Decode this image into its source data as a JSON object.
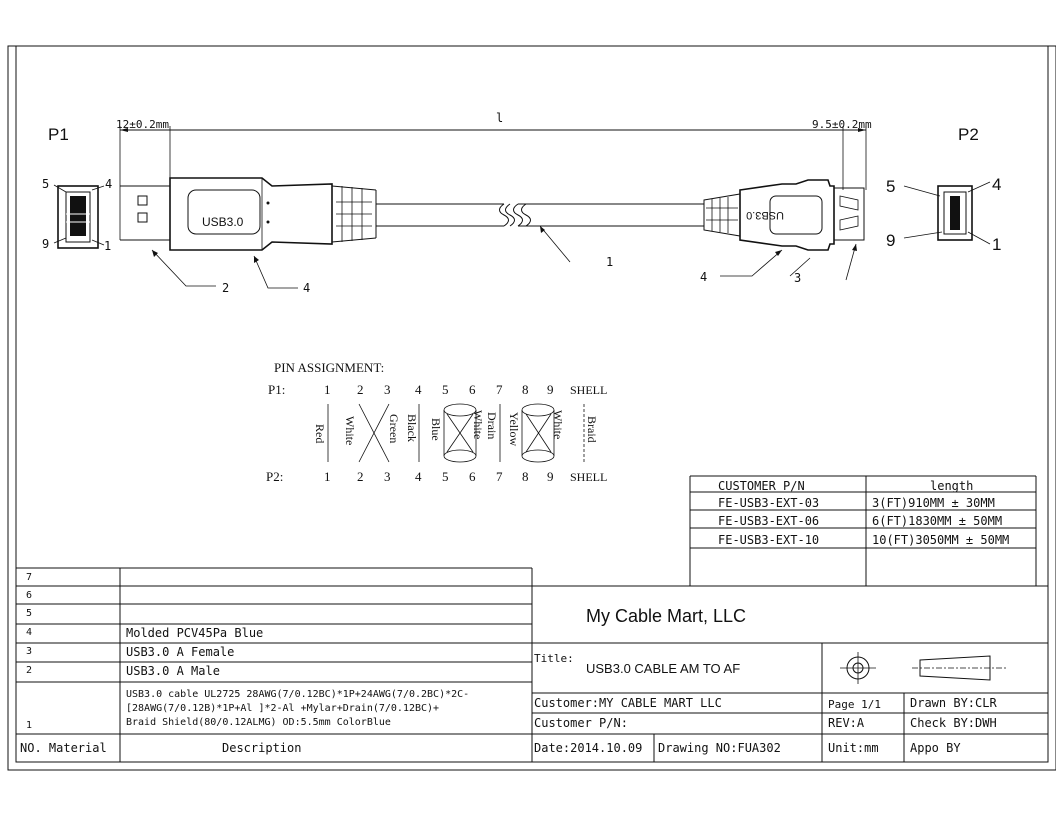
{
  "plugs": {
    "p1": {
      "label": "P1",
      "pin_top_left": "5",
      "pin_top_right": "4",
      "pin_bottom_left": "9",
      "pin_bottom_right": "1"
    },
    "p2": {
      "label": "P2",
      "pin_top_left": "5",
      "pin_top_right": "4",
      "pin_bottom_left": "9",
      "pin_bottom_right": "1"
    }
  },
  "dimensions": {
    "left": "12±0.2mm",
    "length": "l",
    "right": "9.5±0.2mm"
  },
  "connector_text": {
    "male": "USB3.0",
    "female": "USB3.0"
  },
  "callouts": {
    "c2": "2",
    "c4_left": "4",
    "c1": "1",
    "c4_right": "4",
    "c3": "3"
  },
  "pin_assignment": {
    "title": "PIN ASSIGNMENT:",
    "p1_label": "P1:",
    "p2_label": "P2:",
    "pins": [
      "1",
      "2",
      "3",
      "4",
      "5",
      "6",
      "7",
      "8",
      "9",
      "SHELL"
    ],
    "wires": [
      "Red",
      "White",
      "Green",
      "Black",
      "Blue",
      "White",
      "Drain",
      "Yellow",
      "White",
      "Braid"
    ]
  },
  "length_table": {
    "headers": [
      "CUSTOMER P/N",
      "length"
    ],
    "rows": [
      [
        "FE-USB3-EXT-03",
        "3(FT)910MM  ±  30MM"
      ],
      [
        "FE-USB3-EXT-06",
        "6(FT)1830MM  ±  50MM"
      ],
      [
        "FE-USB3-EXT-10",
        "10(FT)3050MM  ±  50MM"
      ]
    ]
  },
  "bom": {
    "header_no": "NO. Material",
    "header_desc": "Description",
    "rows": [
      {
        "no": "7",
        "desc": []
      },
      {
        "no": "6",
        "desc": []
      },
      {
        "no": "5",
        "desc": []
      },
      {
        "no": "4",
        "desc": [
          "Molded PCV45Pa Blue"
        ]
      },
      {
        "no": "3",
        "desc": [
          "USB3.0 A Female"
        ]
      },
      {
        "no": "2",
        "desc": [
          "USB3.0 A Male"
        ]
      },
      {
        "no": "1",
        "desc": [
          "USB3.0 cable UL2725 28AWG(7/0.12BC)*1P+24AWG(7/0.2BC)*2C-",
          "[28AWG(7/0.12B)*1P+Al ]*2-Al +Mylar+Drain(7/0.12BC)+",
          "Braid Shield(80/0.12ALMG) OD:5.5mm ColorBlue"
        ]
      }
    ]
  },
  "title_block": {
    "company": "My Cable Mart, LLC",
    "title_label": "Title:",
    "title_value": "USB3.0 CABLE  AM TO AF",
    "customer": "Customer:MY  CABLE  MART  LLC",
    "customer_pn": "Customer P/N:",
    "date": "Date:2014.10.09",
    "drawing_no": "Drawing NO:FUA302",
    "page": "Page 1/1",
    "rev": "REV:A",
    "unit": "Unit:mm",
    "drawn_by": "Drawn  BY:CLR",
    "check_by": "Check  BY:DWH",
    "appo_by": "Appo  BY"
  }
}
